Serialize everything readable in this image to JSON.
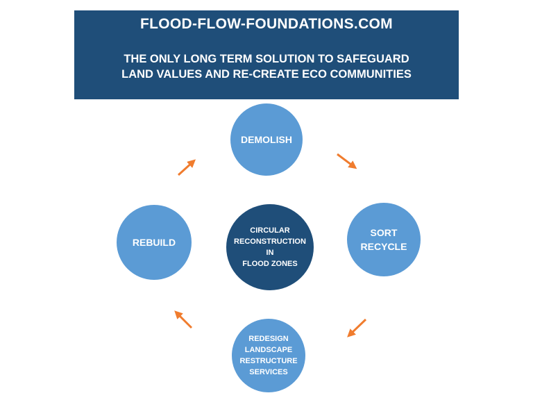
{
  "header": {
    "title": "FLOOD-FLOW-FOUNDATIONS.COM",
    "subtitle_line1": "THE ONLY LONG TERM SOLUTION TO SAFEGUARD",
    "subtitle_line2": "LAND VALUES AND RE-CREATE ECO COMMUNITIES"
  },
  "center": {
    "lines": [
      "CIRCULAR",
      "RECONSTRUCTION",
      "IN",
      "FLOOD ZONES"
    ]
  },
  "steps": {
    "demolish": {
      "lines": [
        "DEMOLISH"
      ]
    },
    "sort": {
      "lines": [
        "SORT",
        "RECYCLE"
      ]
    },
    "redesign": {
      "lines": [
        "REDESIGN",
        "LANDSCAPE",
        "RESTRUCTURE",
        "SERVICES"
      ]
    },
    "rebuild": {
      "lines": [
        "REBUILD"
      ]
    }
  },
  "colors": {
    "dark_blue": "#1f4e79",
    "light_blue": "#5b9bd5",
    "arrow": "#f07c2e"
  }
}
